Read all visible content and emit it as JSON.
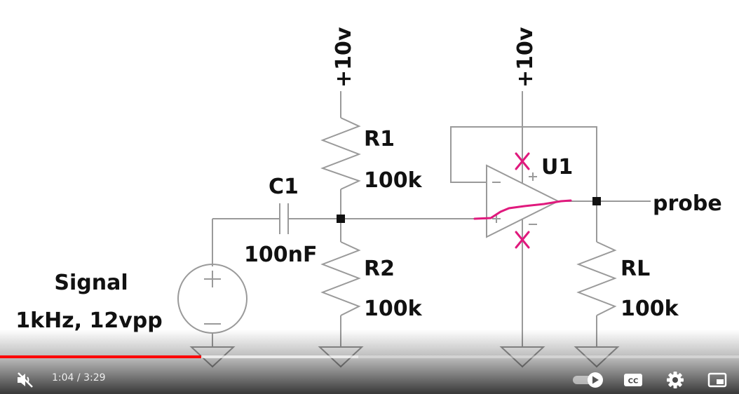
{
  "schematic": {
    "r1": {
      "name": "R1",
      "value": "100k",
      "supply": "+10v"
    },
    "r2": {
      "name": "R2",
      "value": "100k"
    },
    "c1": {
      "name": "C1",
      "value": "100nF"
    },
    "u1": {
      "name": "U1",
      "supply": "+10v"
    },
    "rl": {
      "name": "RL",
      "value": "100k"
    },
    "source": {
      "name": "Signal",
      "value": "1kHz, 12vpp"
    },
    "output_label": "probe",
    "annotation_color": "#e0197d"
  },
  "player": {
    "current_time": "1:04",
    "separator": " / ",
    "duration": "3:29",
    "progress_fraction": 0.2727,
    "buffered_fraction": 0.485,
    "accent_color": "#ff0000",
    "icons": [
      "muted-volume-icon",
      "autoplay-toggle-icon",
      "captions-icon",
      "settings-gear-icon",
      "miniplayer-icon"
    ]
  }
}
